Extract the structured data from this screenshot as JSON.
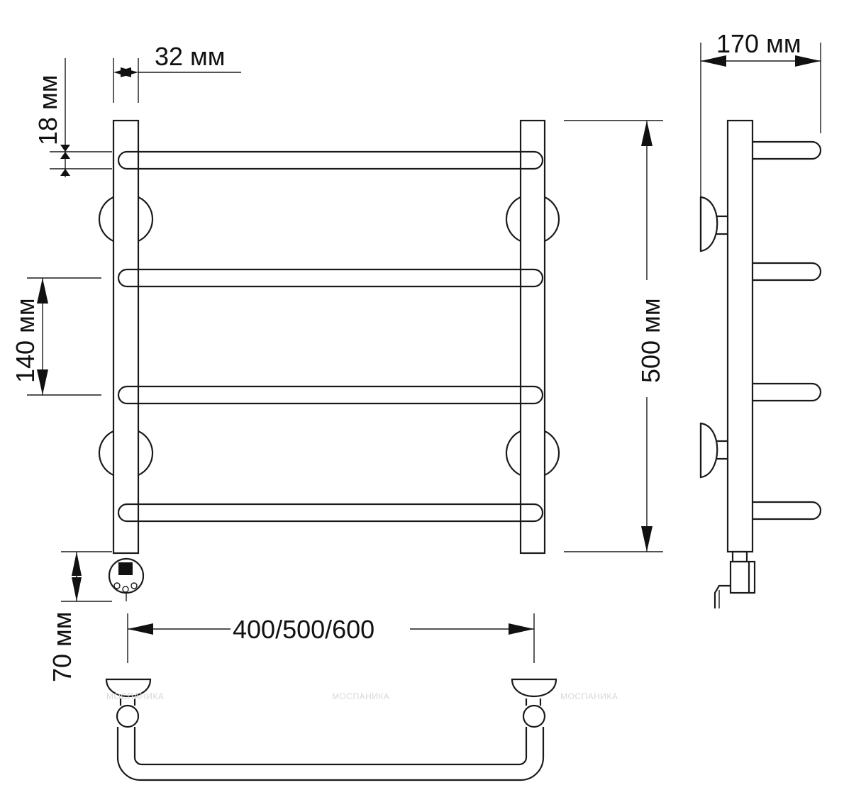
{
  "dimensions": {
    "pipe_width": "32 мм",
    "rail_offset": "18 мм",
    "rail_spacing": "140 мм",
    "total_height": "500 мм",
    "depth": "170 мм",
    "bottom_offset": "70 мм",
    "width_options": "400/500/600"
  },
  "watermark": "МОСПАНИКА",
  "colors": {
    "line": "#1a1a1a",
    "background": "#ffffff"
  }
}
